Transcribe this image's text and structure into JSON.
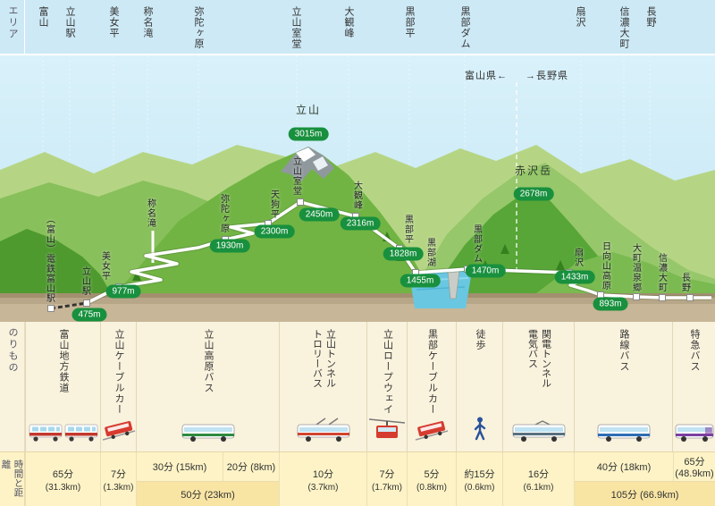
{
  "sidebar": {
    "area": "エリア",
    "vehicles": "のりもの",
    "time_distance": "時間と距離"
  },
  "header": {
    "stations": [
      "富山",
      "立山駅",
      "美女平",
      "称名滝",
      "弥陀ヶ原",
      "立山室堂",
      "大観峰",
      "黒部平",
      "黒部ダム",
      "扇沢",
      "信濃大町",
      "長野"
    ]
  },
  "map": {
    "prefecture_left": "富山県←",
    "prefecture_right": "→長野県",
    "peaks": [
      {
        "name": "立山",
        "elevation": "3015m"
      },
      {
        "name": "赤沢岳",
        "elevation": "2678m"
      }
    ],
    "stations": [
      {
        "name": "（富山）電鉄富山駅"
      },
      {
        "name": "立山駅",
        "elevation": "475m"
      },
      {
        "name": "美女平",
        "elevation": "977m"
      },
      {
        "name": "称名滝"
      },
      {
        "name": "弥陀ヶ原",
        "elevation": "1930m"
      },
      {
        "name": "天狗平",
        "elevation": "2300m"
      },
      {
        "name": "立山室堂",
        "elevation": "2450m"
      },
      {
        "name": "大観峰",
        "elevation": "2316m"
      },
      {
        "name": "黒部平",
        "elevation": "1828m"
      },
      {
        "name": "黒部湖",
        "elevation": "1455m"
      },
      {
        "name": "黒部ダム",
        "elevation": "1470m"
      },
      {
        "name": "扇沢",
        "elevation": "1433m"
      },
      {
        "name": "日向山高原",
        "elevation": "893m"
      },
      {
        "name": "大町温泉郷"
      },
      {
        "name": "信濃大町"
      },
      {
        "name": "長野"
      }
    ]
  },
  "transport": {
    "modes": [
      {
        "name": "富山地方鉄道",
        "icon": "train"
      },
      {
        "name": "立山ケーブルカー",
        "icon": "cablecar"
      },
      {
        "name": "立山高原バス",
        "icon": "bus-green"
      },
      {
        "name": "立山トンネルトロリーバス",
        "icon": "trolleybus"
      },
      {
        "name": "立山ロープウェイ",
        "icon": "ropeway"
      },
      {
        "name": "黒部ケーブルカー",
        "icon": "cablecar"
      },
      {
        "name": "徒歩",
        "icon": "walk"
      },
      {
        "name": "関電トンネル電気バス",
        "icon": "bus-electric"
      },
      {
        "name": "路線バス",
        "icon": "bus-blue"
      },
      {
        "name": "特急バス",
        "icon": "bus-express"
      }
    ]
  },
  "times": {
    "cells": [
      {
        "time": "65分",
        "dist": "(31.3km)"
      },
      {
        "time": "7分",
        "dist": "(1.3km)"
      },
      {
        "time": "30分 (15km)"
      },
      {
        "time": "20分 (8km)"
      },
      {
        "time": "10分",
        "dist": "(3.7km)"
      },
      {
        "time": "7分",
        "dist": "(1.7km)"
      },
      {
        "time": "5分",
        "dist": "(0.8km)"
      },
      {
        "time": "約15分",
        "dist": "(0.6km)"
      },
      {
        "time": "16分",
        "dist": "(6.1km)"
      },
      {
        "time": "40分 (18km)"
      },
      {
        "time": "65分",
        "dist": "(48.9km)"
      }
    ],
    "totals": [
      {
        "label": "50分 (23km)"
      },
      {
        "label": "105分 (66.9km)"
      }
    ]
  },
  "colors": {
    "badge_green": "#18903e",
    "sky": "#c3e6f4",
    "route": "#ffffff"
  }
}
